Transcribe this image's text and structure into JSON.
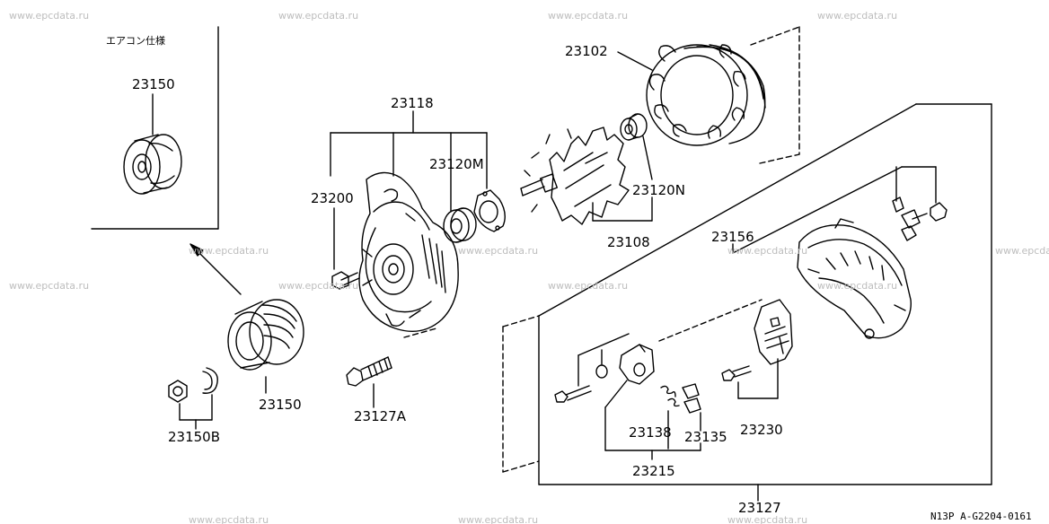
{
  "watermark": "www.epcdata.ru",
  "inset_note": "エアコン仕様",
  "diagram_code": "N13P A-G2204-0161",
  "labels": {
    "p23150": "23150",
    "p23118": "23118",
    "p23102": "23102",
    "p23120M": "23120M",
    "p23200": "23200",
    "p23120N": "23120N",
    "p23108": "23108",
    "p23156": "23156",
    "p23150C": "23150",
    "p23150B": "23150B",
    "p23127A": "23127A",
    "p23138": "23138",
    "p23135": "23135",
    "p23230": "23230",
    "p23215": "23215",
    "p23127": "23127"
  }
}
